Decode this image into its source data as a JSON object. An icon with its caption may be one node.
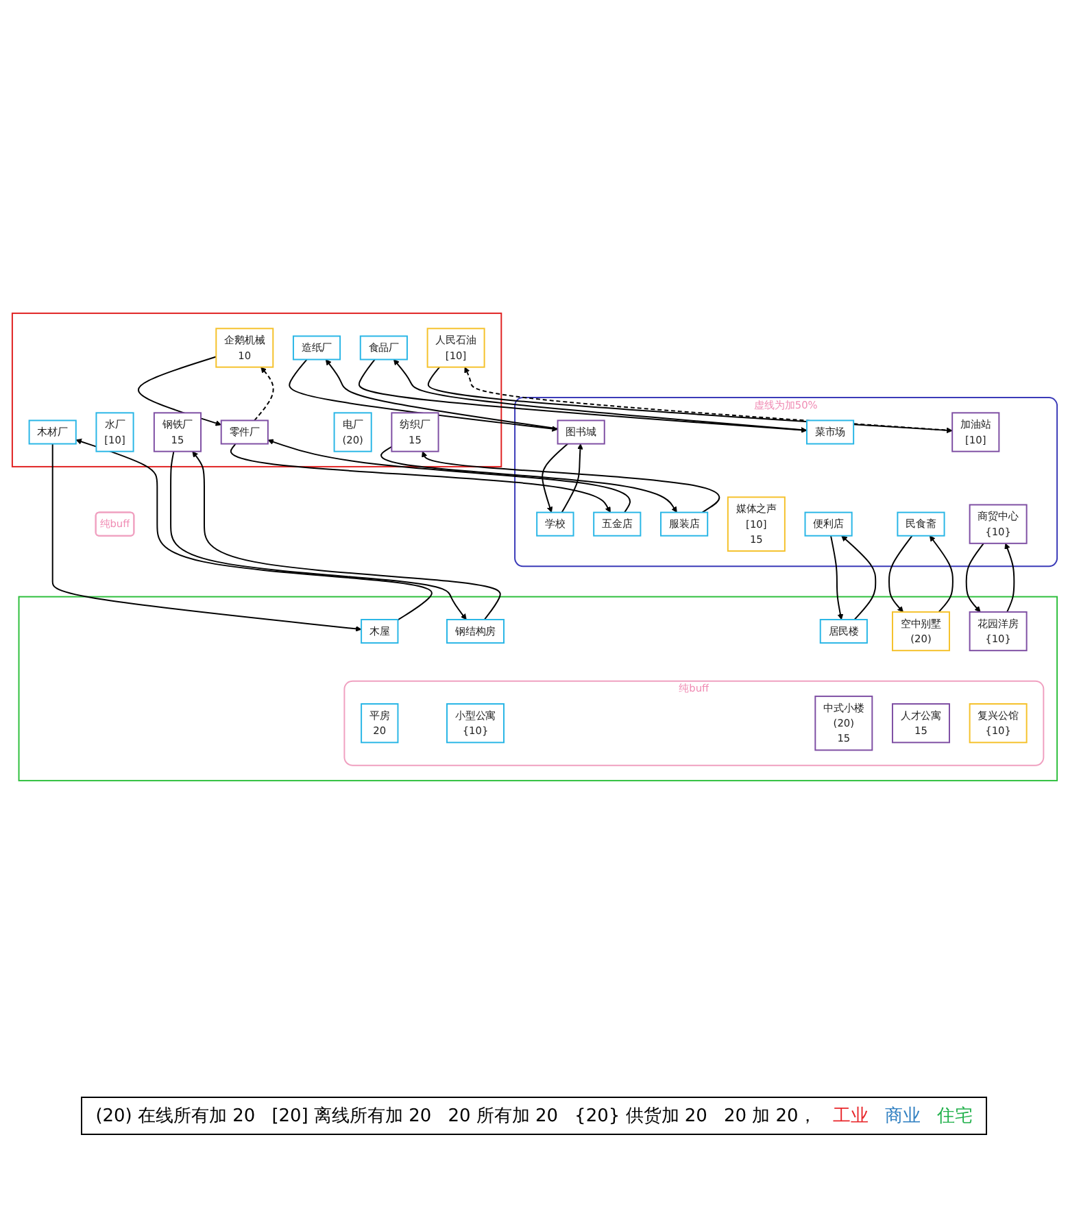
{
  "diagram": {
    "nodes": [
      {
        "text": [],
        "shape": "box"
      },
      {
        "text": [
          "木材厂"
        ],
        "in": 0
      },
      {
        "text": [
          "钢铁厂",
          "15"
        ],
        "in": 0
      },
      {
        "text": [
          "食品厂"
        ],
        "in": 0
      },
      {
        "text": [
          "人民石油",
          "[10]"
        ],
        "in": 0
      },
      {
        "text": [
          "造纸厂"
        ],
        "in": 0
      },
      {
        "text": [
          "企鹅机械",
          "10"
        ],
        "in": 0
      },
      {
        "text": [
          "零件厂"
        ],
        "in": 0
      },
      {
        "text": [
          "纺织厂",
          "15"
        ],
        "in": 0
      },
      {
        "text": [
          "电厂",
          "(20)"
        ],
        "in": 0
      },
      {
        "text": [
          "水厂",
          "[10]"
        ],
        "in": 0
      },
      {
        "text": [
          "纯buff"
        ]
      },
      {
        "text": [
          "虚线为加50%"
        ]
      },
      {
        "text": [
          "菜市场"
        ],
        "in": 12
      },
      {
        "text": [
          "加油站",
          "[10]"
        ],
        "in": 12
      },
      {
        "text": [
          "图书城"
        ],
        "in": 12
      },
      {
        "text": [
          "学校"
        ],
        "in": 12
      },
      {
        "text": [
          "五金店"
        ],
        "in": 12
      },
      {
        "text": [
          "服装店"
        ],
        "in": 12
      },
      {
        "text": [
          "媒体之声",
          "[10]",
          "15"
        ],
        "in": 12
      },
      {
        "text": [
          "便利店"
        ],
        "in": 12
      },
      {
        "text": [
          "民食斋"
        ],
        "in": 12
      },
      {
        "text": [
          "商贸中心",
          "{10}"
        ],
        "in": 12
      },
      {
        "text": [],
        "shape": "box"
      },
      {
        "text": [
          "木屋"
        ],
        "in": 23
      },
      {
        "text": [
          "钢结构房"
        ],
        "in": 23
      },
      {
        "text": [
          "居民楼"
        ],
        "in": 23
      },
      {
        "text": [
          "空中别墅",
          "(20)"
        ],
        "in": 23
      },
      {
        "text": [
          "花园洋房",
          "{10}"
        ],
        "in": 23
      },
      {
        "text": [
          "纯buff"
        ],
        "in": 23
      },
      {
        "text": [
          "平房",
          "20"
        ],
        "in": 29
      },
      {
        "text": [
          "小型公寓",
          "{10}"
        ],
        "in": 29
      },
      {
        "text": [
          "中式小楼",
          "(20)",
          "15"
        ],
        "in": 29
      },
      {
        "text": [
          "人才公寓",
          "15"
        ],
        "in": 29
      },
      {
        "text": [
          "复兴公馆",
          "{10}"
        ],
        "in": 29
      }
    ],
    "edges": [
      {
        "from": 1,
        "to": 24,
        "arrow": "to"
      },
      {
        "from": 24,
        "to": 1,
        "arrow": "to"
      },
      {
        "from": 2,
        "to": 25,
        "arrow": "to"
      },
      {
        "from": 25,
        "to": 2,
        "arrow": "to"
      },
      {
        "from": 3,
        "to": 13,
        "arrow": "to"
      },
      {
        "from": 13,
        "to": 3,
        "arrow": "to"
      },
      {
        "from": 4,
        "to": 14,
        "arrow": "to"
      },
      {
        "from": 14,
        "to": 4,
        "arrow": "to",
        "style": "dashed"
      },
      {
        "from": 5,
        "to": 15,
        "arrow": "to"
      },
      {
        "from": 15,
        "to": 5,
        "arrow": "to"
      },
      {
        "from": 7,
        "to": 6,
        "arrow": "to",
        "style": "dashed"
      },
      {
        "from": 6,
        "to": 7,
        "arrow": "to"
      },
      {
        "from": 7,
        "to": 17,
        "arrow": "to"
      },
      {
        "from": 17,
        "to": 7,
        "arrow": "to"
      },
      {
        "from": 8,
        "to": 18,
        "arrow": "to"
      },
      {
        "from": 18,
        "to": 8,
        "arrow": "to"
      },
      {
        "from": 15,
        "to": 16,
        "arrow": "to"
      },
      {
        "from": 16,
        "to": 15,
        "arrow": "to"
      },
      {
        "from": 20,
        "to": 26,
        "arrow": "to"
      },
      {
        "from": 26,
        "to": 20,
        "arrow": "to"
      },
      {
        "from": 21,
        "to": 27,
        "arrow": "to"
      },
      {
        "from": 27,
        "to": 21,
        "arrow": "to"
      },
      {
        "from": 22,
        "to": 28,
        "arrow": "to"
      },
      {
        "from": 28,
        "to": 22,
        "arrow": "to"
      }
    ],
    "legend": [
      {
        "text": "(20) 在线所有加 20"
      },
      {
        "text": "[20] 离线所有加 20"
      },
      {
        "text": "20 所有加 20"
      },
      {
        "text": "{20} 供货加 20"
      },
      {
        "text": "20 加 20，"
      },
      {
        "text": "工业",
        "color": "#e8262a"
      },
      {
        "text": "商业",
        "color": "#2f7fc1"
      },
      {
        "text": "住宅",
        "color": "#22b14c"
      }
    ]
  }
}
